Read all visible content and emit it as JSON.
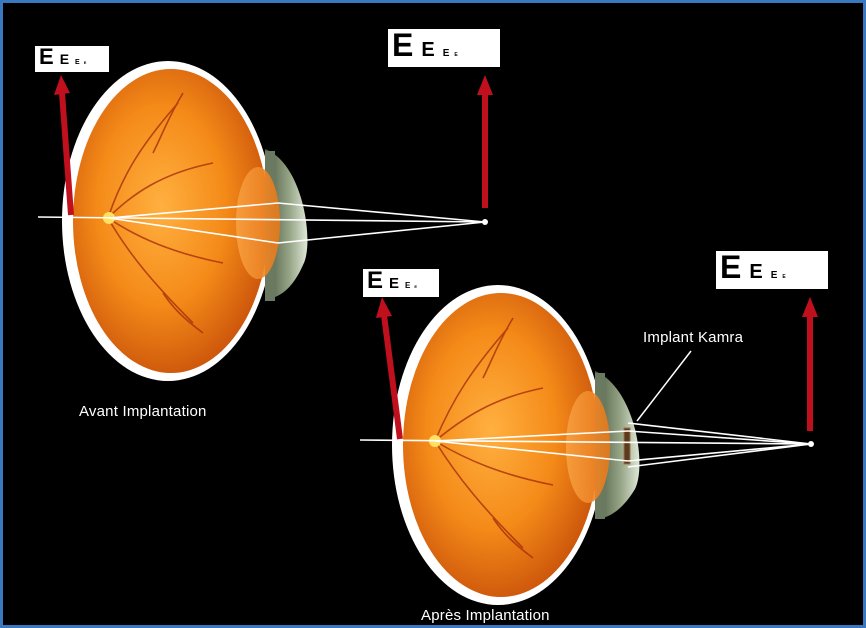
{
  "labels": {
    "before": "Avant Implantation",
    "after": "Après Implantation",
    "implant": "Implant Kamra"
  },
  "eye_chart": {
    "letters": [
      "E",
      "E",
      "E",
      "E"
    ]
  },
  "colors": {
    "border": "#3a78c0",
    "background": "#000000",
    "retina": "#f07a10",
    "arrow": "#c0101e",
    "rays": "#ffffff"
  }
}
